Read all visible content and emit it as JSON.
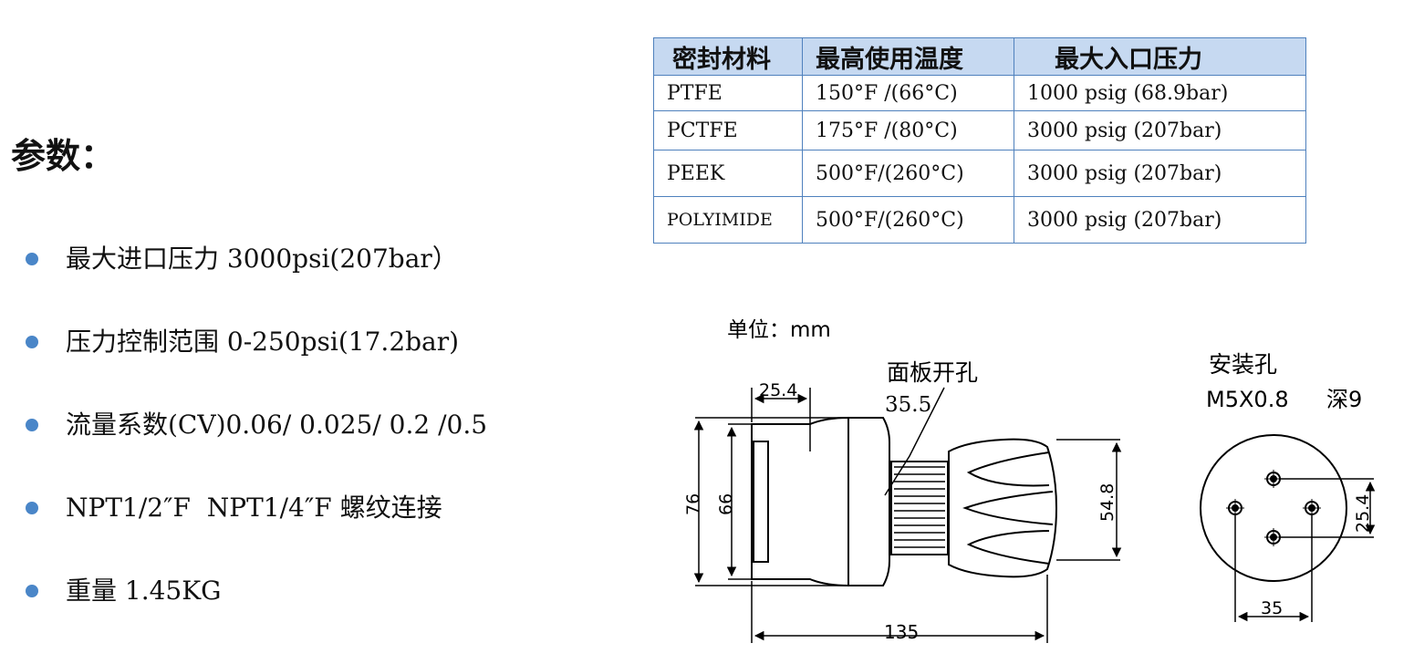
{
  "heading": "参数：",
  "params": [
    "最大进口压力 3000psi(207bar）",
    "压力控制范围 0-250psi(17.2bar)",
    "流量系数(CV)0.06/ 0.025/ 0.2 /0.5",
    "NPT1/2″F  NPT1/4″F 螺纹连接",
    "重量 1.45KG"
  ],
  "colors": {
    "bullet": "#4a86c8",
    "table_header": "#c6d9f1",
    "table_border": "#4f81bd"
  },
  "table": {
    "headers": [
      "密封材料",
      "最高使用温度",
      "最大入口压力"
    ],
    "rows": [
      [
        "PTFE",
        "150°F /(66°C)",
        "1000 psig (68.9bar)"
      ],
      [
        "PCTFE",
        "175°F /(80°C)",
        "3000 psig (207bar)"
      ],
      [
        "PEEK",
        "500°F/(260°C)",
        "3000 psig (207bar)"
      ],
      [
        "POLYIMIDE",
        "500°F/(260°C)",
        "3000 psig (207bar)"
      ]
    ]
  },
  "drawing": {
    "unit_label": "单位：mm",
    "panel_hole_label": "面板开孔",
    "panel_hole_value": "35.5",
    "dim_body_width": "25.4",
    "dim_total_height": "76",
    "dim_inner_height": "66",
    "dim_knob_height": "54.8",
    "dim_total_length": "135",
    "mount_hole_title": "安装孔",
    "mount_hole_thread": "M5X0.8",
    "mount_hole_depth": "深9",
    "dim_hole_vertical": "25.4",
    "dim_hole_horizontal": "35"
  }
}
